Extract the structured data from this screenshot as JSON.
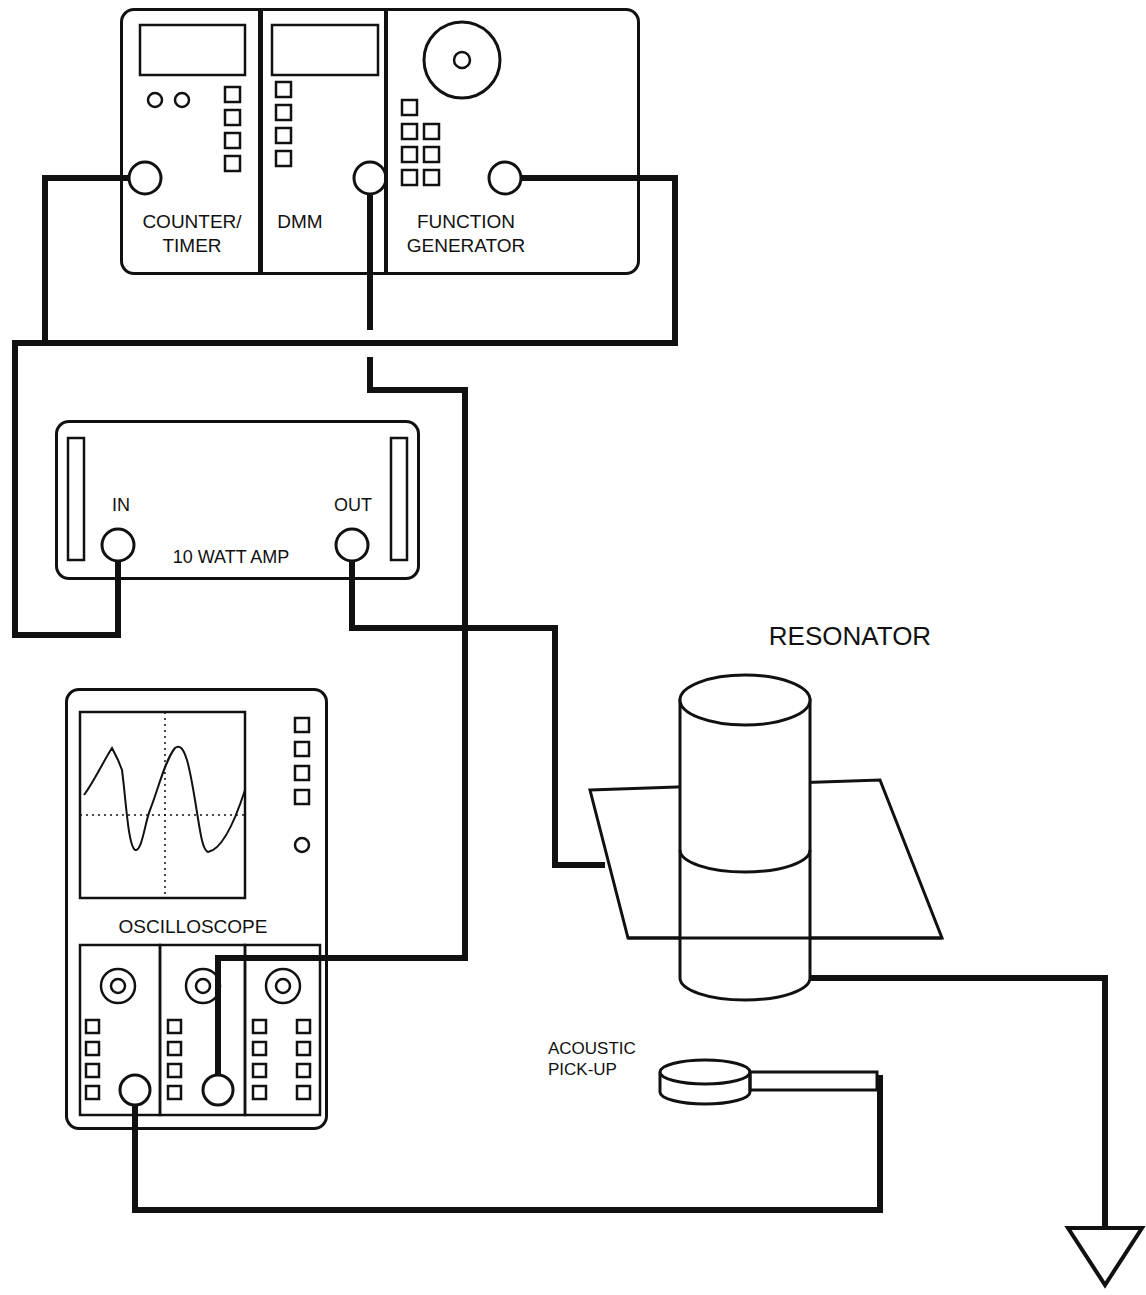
{
  "diagram": {
    "nodes": [
      {
        "text": [
          "COUNTER/ TIMER"
        ]
      },
      {
        "text": [
          "DMM"
        ]
      },
      {
        "text": [
          "FUNCTION GENERATOR"
        ]
      },
      {
        "text": [
          "IN",
          "10 WATT AMP",
          "OUT"
        ]
      },
      {
        "text": [
          "OSCILLOSCOPE"
        ]
      },
      {
        "text": [
          "RESONATOR"
        ]
      },
      {
        "text": [
          "ACOUSTIC PICK-UP"
        ]
      }
    ],
    "edges": [
      {
        "from": 2,
        "to": 0,
        "arrow": "none"
      },
      {
        "from": 2,
        "to": 3,
        "arrow": "none"
      },
      {
        "from": 1,
        "to": 4,
        "arrow": "none"
      },
      {
        "from": 3,
        "to": 5,
        "arrow": "none"
      },
      {
        "from": 6,
        "to": 4,
        "arrow": "none"
      }
    ]
  }
}
